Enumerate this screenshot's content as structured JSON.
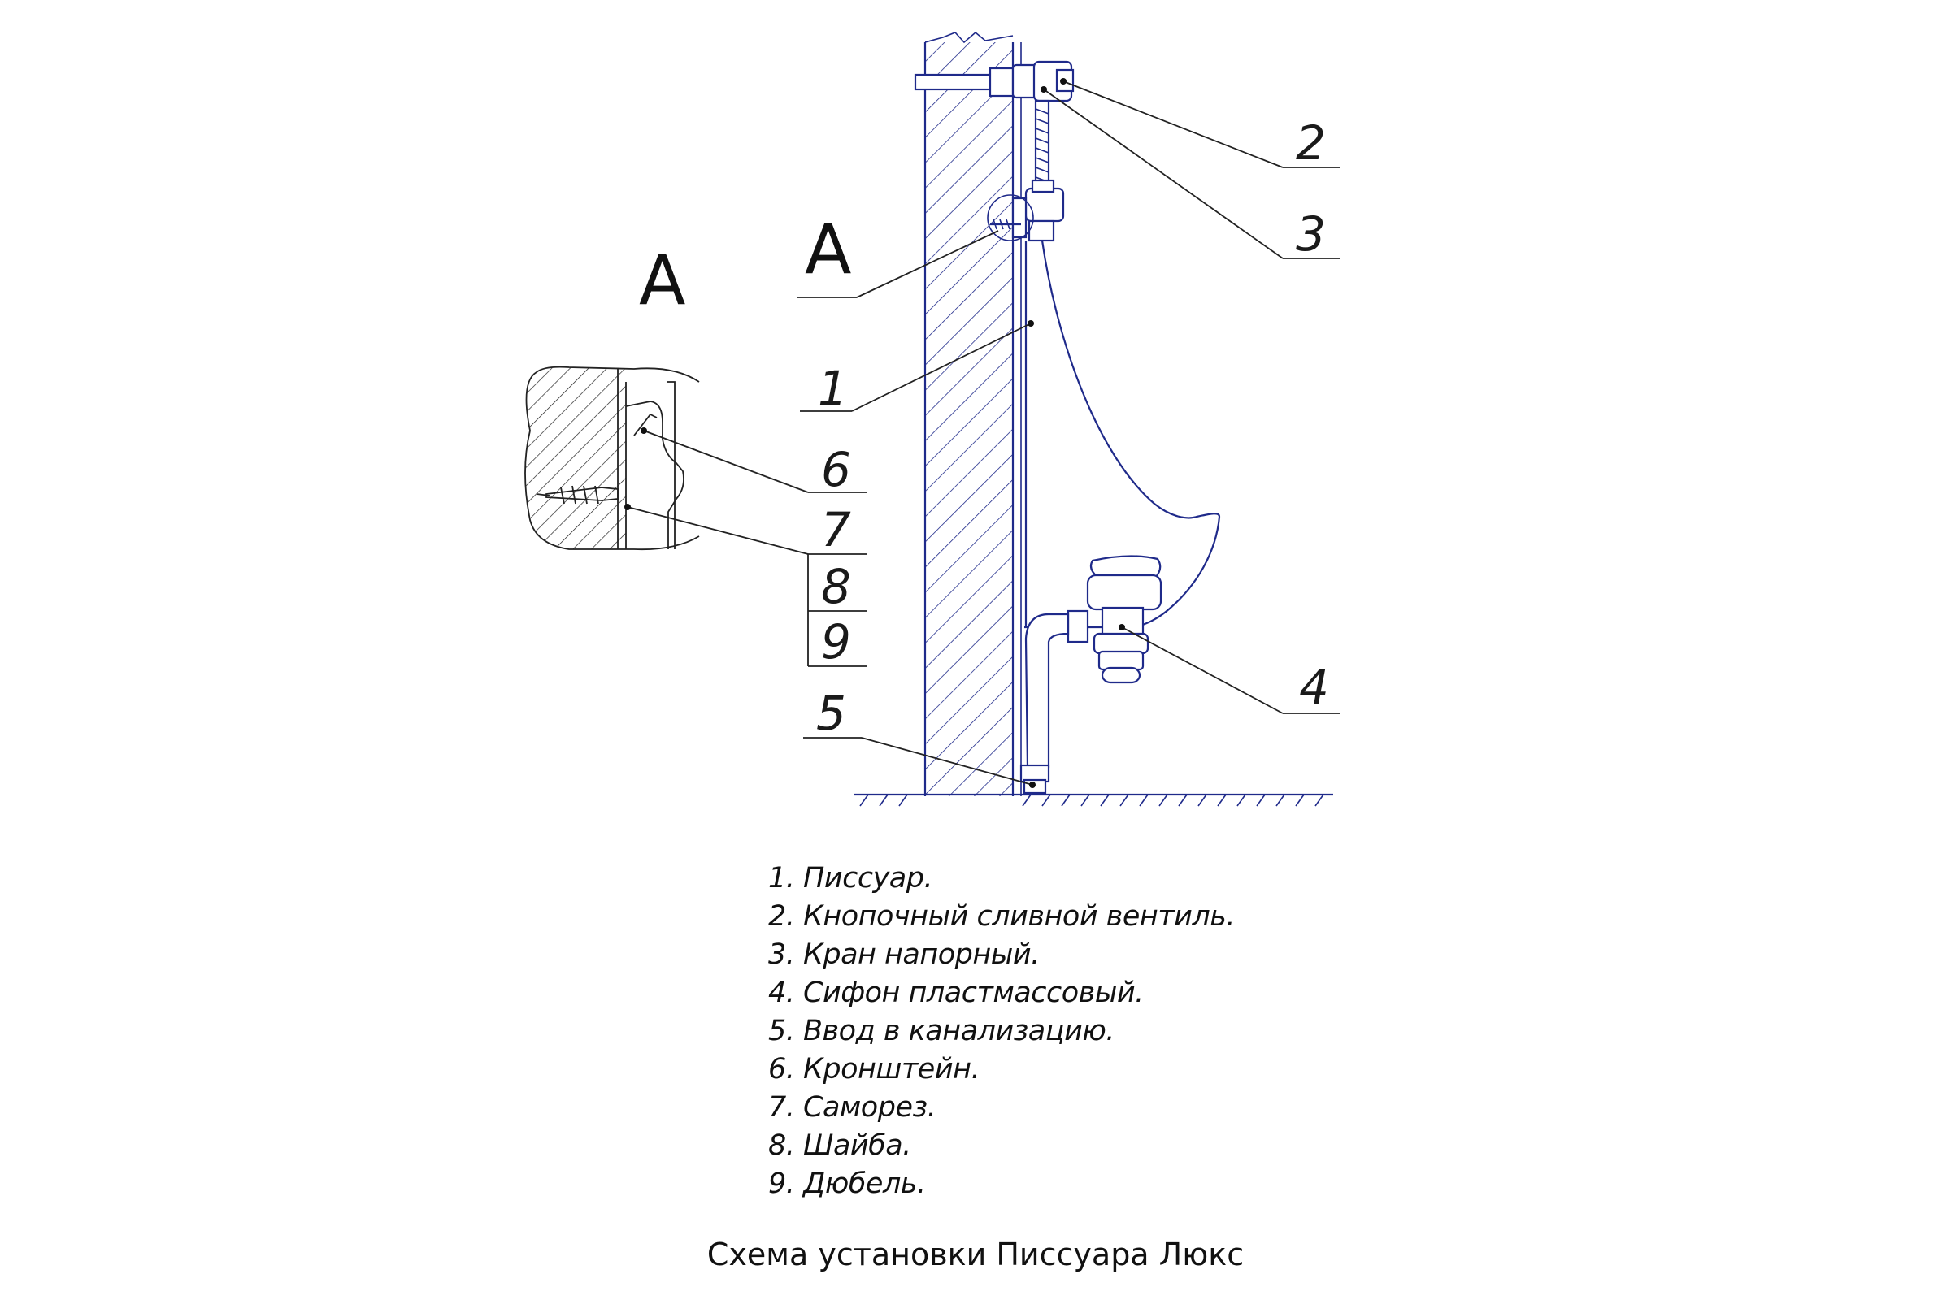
{
  "section_labels": {
    "view_a_main": "A",
    "view_a_detail": "A"
  },
  "callouts": {
    "c1": "1",
    "c2": "2",
    "c3": "3",
    "c4": "4",
    "c5": "5",
    "c6": "6",
    "c7": "7",
    "c8": "8",
    "c9": "9"
  },
  "legend": {
    "item1": "1. Писсуар.",
    "item2": "2. Кнопочный сливной вентиль.",
    "item3": "3. Кран напорный.",
    "item4": "4. Сифон пластмассовый.",
    "item5": "5. Ввод в канализацию.",
    "item6": "6. Кронштейн.",
    "item7": "7. Саморез.",
    "item8": "8. Шайба.",
    "item9": "9. Дюбель."
  },
  "title": "Схема установки Писсуара Люкс",
  "colors": {
    "line": "#1f2a8a",
    "text": "#111111",
    "background": "#ffffff"
  }
}
